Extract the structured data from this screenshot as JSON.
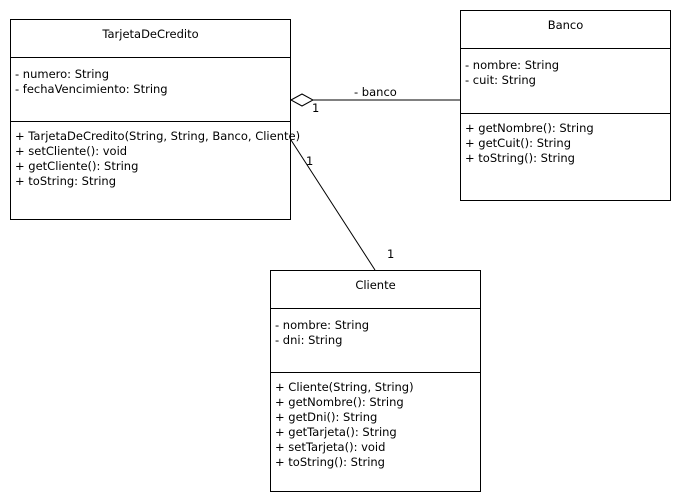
{
  "classes": {
    "tarjeta": {
      "name": "TarjetaDeCredito",
      "attributes": [
        "- numero: String",
        "- fechaVencimiento: String"
      ],
      "methods": [
        "+ TarjetaDeCredito(String, String, Banco, Cliente)",
        "+ setCliente(): void",
        "+ getCliente(): String",
        "+ toString: String"
      ]
    },
    "banco": {
      "name": "Banco",
      "attributes": [
        "- nombre: String",
        "- cuit: String"
      ],
      "methods": [
        "+ getNombre(): String",
        "+ getCuit(): String",
        "+ toString(): String"
      ]
    },
    "cliente": {
      "name": "Cliente",
      "attributes": [
        "- nombre: String",
        "- dni: String"
      ],
      "methods": [
        "+ Cliente(String, String)",
        "+ getNombre(): String",
        "+ getDni(): String",
        "+ getTarjeta(): String",
        "+ setTarjeta(): void",
        "+ toString(): String"
      ]
    }
  },
  "relations": {
    "tarjeta_banco": {
      "kind": "aggregation",
      "role": "- banco",
      "multiplicity_source": "1"
    },
    "tarjeta_cliente": {
      "kind": "association",
      "multiplicity_source": "1",
      "multiplicity_target": "1"
    }
  }
}
